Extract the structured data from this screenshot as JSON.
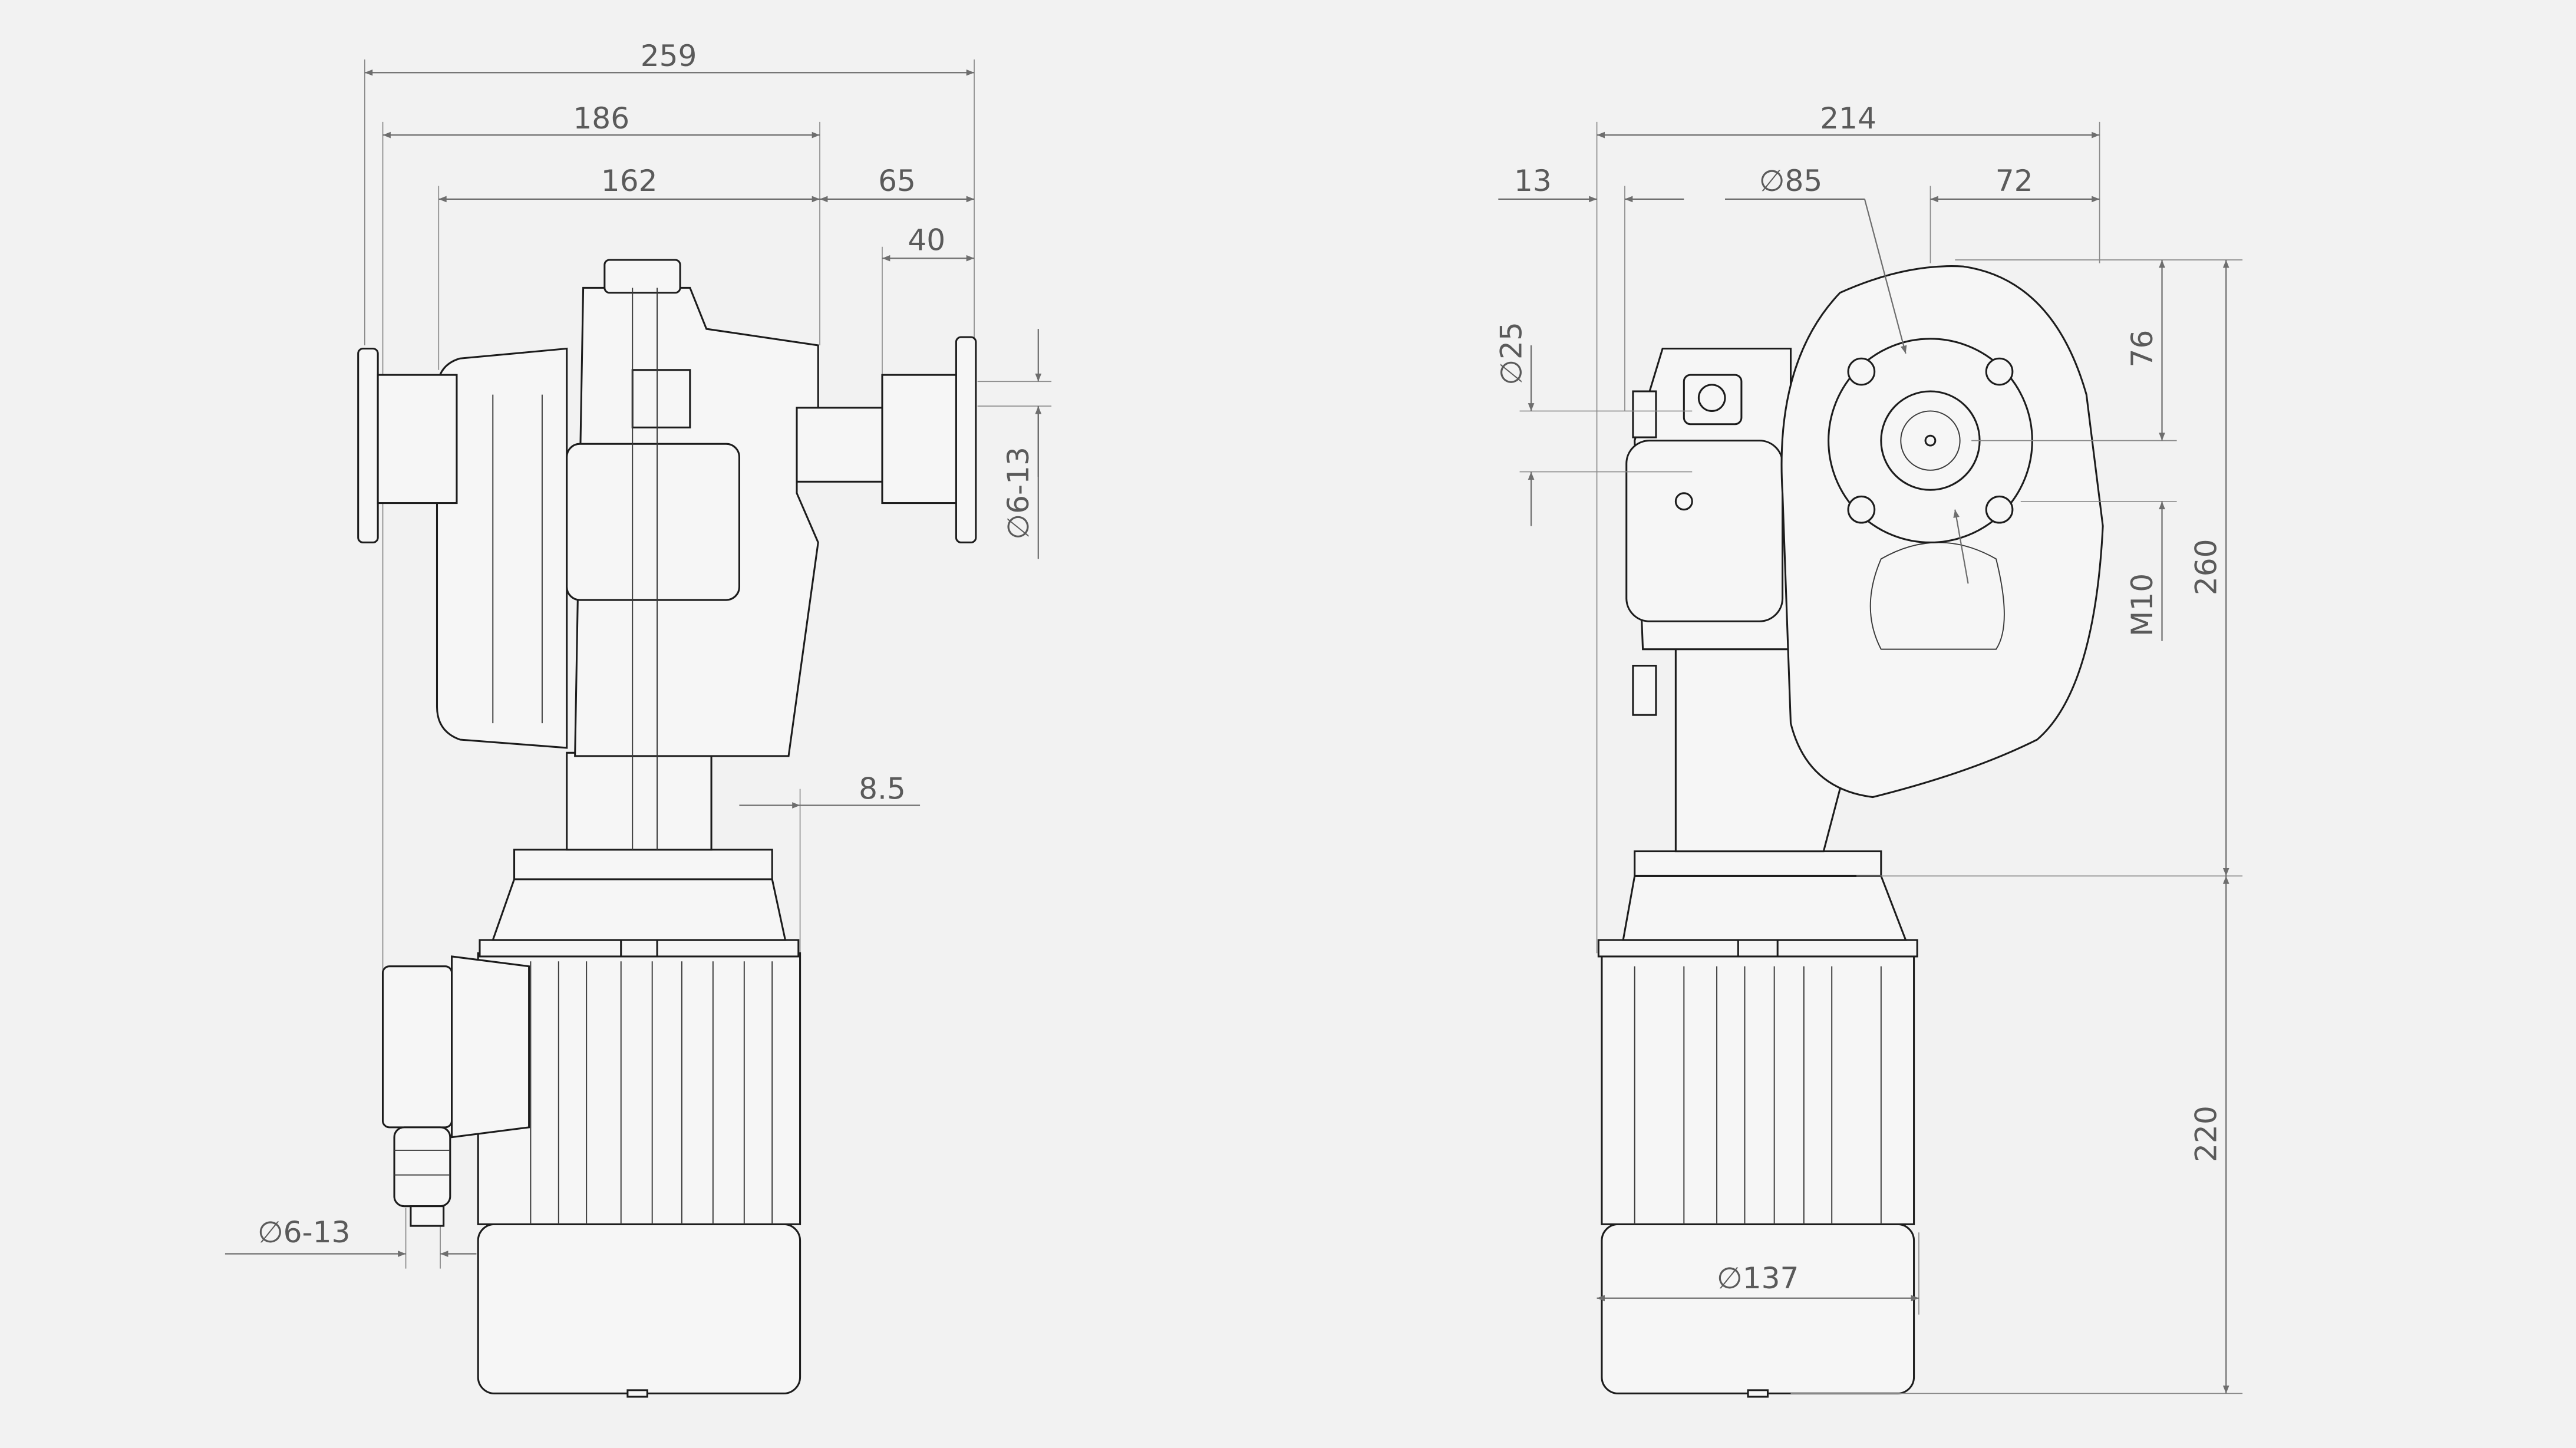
{
  "side_view": {
    "dim_overall_width": "259",
    "dim_186": "186",
    "dim_162": "162",
    "dim_65": "65",
    "dim_40": "40",
    "dim_shaft_dia": "∅6-13",
    "dim_offset": "8.5",
    "dim_cable_gland": "∅6-13"
  },
  "front_view": {
    "dim_overall_width": "214",
    "dim_13": "13",
    "dim_sprocket_dia": "∅85",
    "dim_72": "72",
    "dim_shaft_dia": "∅25",
    "dim_76": "76",
    "dim_thread": "M10",
    "dim_gearbox_height": "260",
    "dim_motor_height": "220",
    "dim_motor_dia": "∅137"
  }
}
